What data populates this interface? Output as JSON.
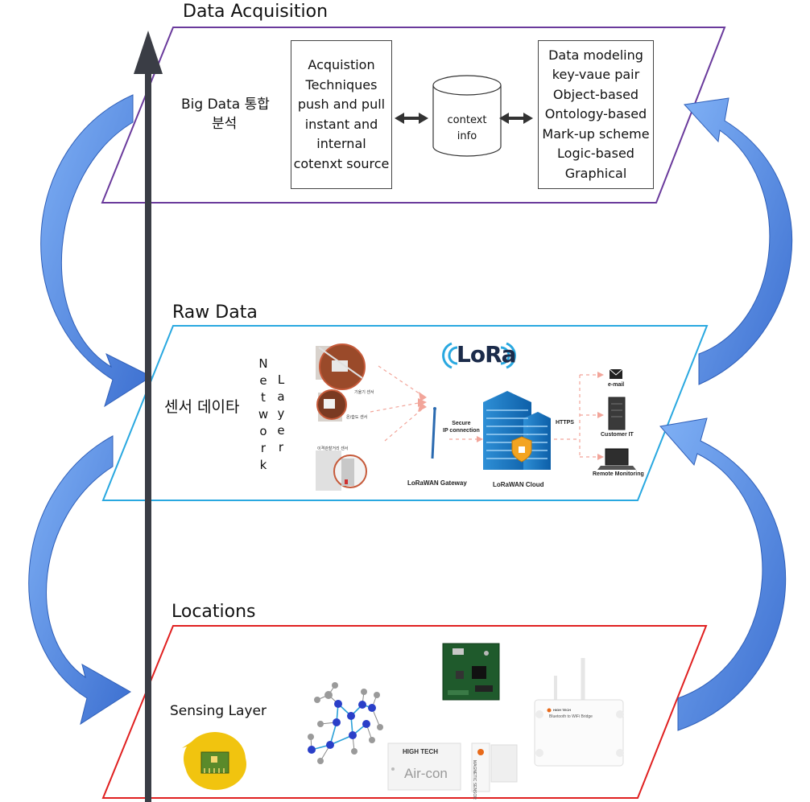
{
  "layers": {
    "acquisition": {
      "title": "Data Acquisition",
      "left_label_line1": "Big Data 통합",
      "left_label_line2": "분석",
      "techniques": [
        "Acquistion",
        "Techniques",
        "push and pull",
        "instant and",
        "internal",
        "cotenxt source"
      ],
      "db_label_line1": "context",
      "db_label_line2": "info",
      "modeling": [
        "Data modeling",
        "key-vaue pair",
        "Object-based",
        "Ontology-based",
        "Mark-up scheme",
        "Logic-based",
        "Graphical"
      ],
      "border_color": "#6a3a9c"
    },
    "raw": {
      "title": "Raw Data",
      "left_label": "센서 데이타",
      "network_letters": [
        "N",
        "e",
        "t",
        "w",
        "o",
        "r",
        "k"
      ],
      "layer_letters": [
        "L",
        "a",
        "y",
        "e",
        "r"
      ],
      "lora_logo": "LoRa",
      "sensor_captions": [
        "기울기 센서",
        "온/습도 센서",
        "이격관찰거리 센서"
      ],
      "gateway_label": "LoRaWAN Gateway",
      "secure_line1": "Secure",
      "secure_line2": "IP connection",
      "cloud_label": "LoRaWAN Cloud",
      "https_label": "HTTPS",
      "outputs": [
        "e-mail",
        "Customer IT",
        "Remote Monitoring"
      ],
      "border_color": "#29a8e0"
    },
    "locations": {
      "title": "Locations",
      "left_label": "Sensing Layer",
      "device_text": {
        "hightech": "HIGH TECH",
        "aircon": "Air-con",
        "magnetic": "MAGNETIC SENSOR",
        "bridge_brand": "HIGH TECH",
        "bridge_title": "Bluetooth to WiFi Bridge"
      },
      "border_color": "#e02020"
    }
  },
  "colors": {
    "arrow_blue": "#5b8fe6",
    "arrow_blue_dark": "#2f5fb8",
    "axis": "#3a3d45"
  }
}
